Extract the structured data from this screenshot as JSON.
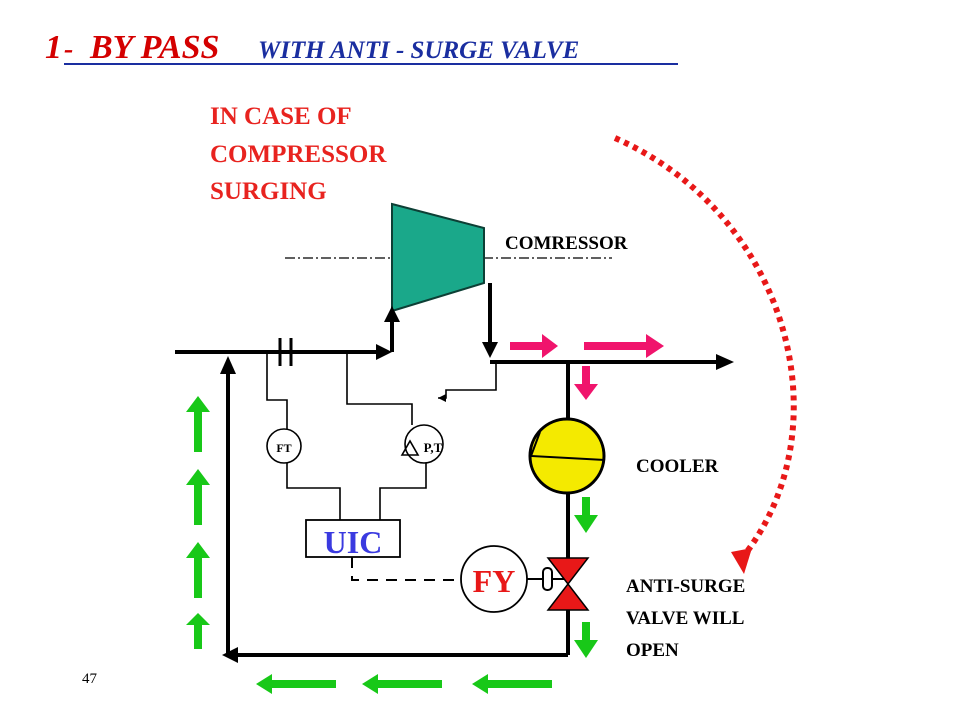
{
  "title": {
    "number": "1",
    "dash": "-",
    "bypass": "BY PASS",
    "rest": "WITH  ANTI - SURGE VALVE"
  },
  "surge_note": {
    "line1": "IN CASE OF",
    "line2": "COMPRESSOR",
    "line3": "SURGING"
  },
  "labels": {
    "compressor": "COMRESSOR",
    "cooler": "COOLER",
    "ft": "FT",
    "pt": "P,T",
    "uic": "UIC",
    "fy": "FY"
  },
  "valve_note": {
    "line1": "ANTI-SURGE",
    "line2": "VALVE WILL",
    "line3": "OPEN"
  },
  "page_number": "47",
  "colors": {
    "title": "#d40000",
    "title_rest": "#1a2ea0",
    "note": "#e8231f",
    "compressor_fill": "#1aa88a",
    "cooler_fill": "#f4ea00",
    "valve_fill": "#e81818",
    "flow_magenta": "#f0146c",
    "flow_green": "#18c818",
    "uic_text": "#3a3ae0",
    "fy_text": "#e81818",
    "dotted_arrow": "#e81818"
  }
}
